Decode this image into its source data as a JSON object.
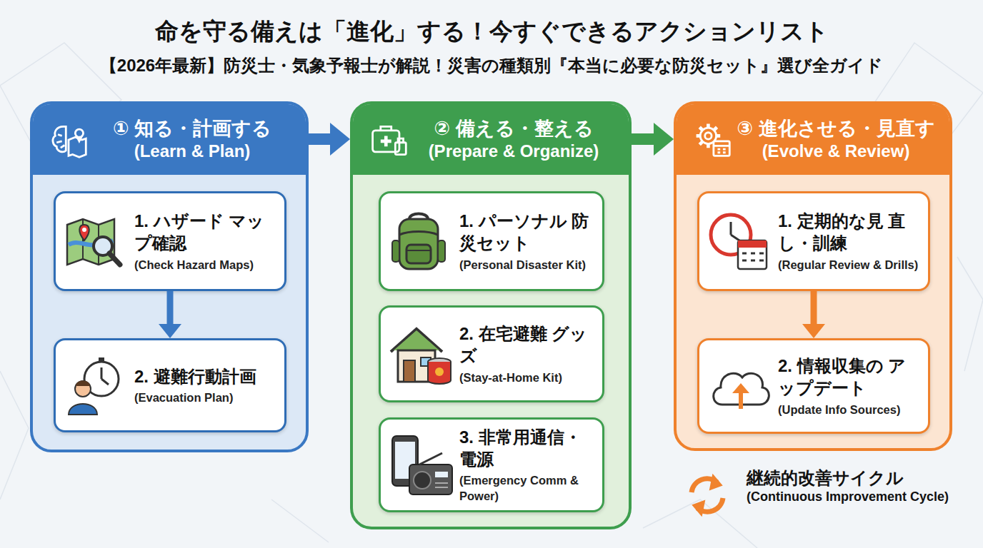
{
  "diagram": {
    "title": "命を守る備えは「進化」する！今すぐできるアクションリスト",
    "nodes": [
      {
        "text": [
          "① 知る・計画する",
          "(Learn & Plan)"
        ]
      },
      {
        "text": [
          "1. ハザード マップ確認",
          "(Check Hazard Maps)"
        ],
        "in": 0
      },
      {
        "text": [
          "2. 避難行動計画",
          "(Evacuation Plan)"
        ],
        "in": 0
      },
      {
        "text": [
          "② 備える・整える",
          "(Prepare & Organize)"
        ]
      },
      {
        "text": [
          "1. パーソナル 防災セット",
          "(Personal Disaster Kit)"
        ],
        "in": 3
      },
      {
        "text": [
          "2. 在宅避難 グッズ",
          "(Stay-at-Home Kit)"
        ],
        "in": 3
      },
      {
        "text": [
          "3. 非常用通信・ 電源",
          "(Emergency Comm & Power)"
        ],
        "in": 3
      },
      {
        "text": [
          "③ 進化させる・見直す",
          "(Evolve & Review)"
        ]
      },
      {
        "text": [
          "1. 定期的な見 直し・訓練",
          "(Regular Review & Drills)"
        ],
        "in": 7
      },
      {
        "text": [
          "2. 情報収集の アップデート",
          "(Update Info Sources)"
        ],
        "in": 7
      }
    ],
    "edges": [
      {
        "from": 0,
        "to": 3,
        "arrow": "to"
      },
      {
        "from": 3,
        "to": 7,
        "arrow": "to"
      },
      {
        "from": 1,
        "to": 2,
        "arrow": "to"
      },
      {
        "from": 2,
        "to": 4,
        "arrow": "to"
      },
      {
        "from": 4,
        "to": 5,
        "arrow": "to"
      },
      {
        "from": 5,
        "to": 6,
        "arrow": "to"
      },
      {
        "from": 6,
        "to": 8,
        "arrow": "to"
      },
      {
        "from": 8,
        "to": 9,
        "arrow": "to"
      }
    ],
    "labels": [
      "【2026年最新】防災士・気象予報士が解説！災害の種類別『本当に必要な防災セット』選び全ガイド",
      "継続的改善サイクル",
      "(Continuous Improvement Cycle)"
    ]
  }
}
